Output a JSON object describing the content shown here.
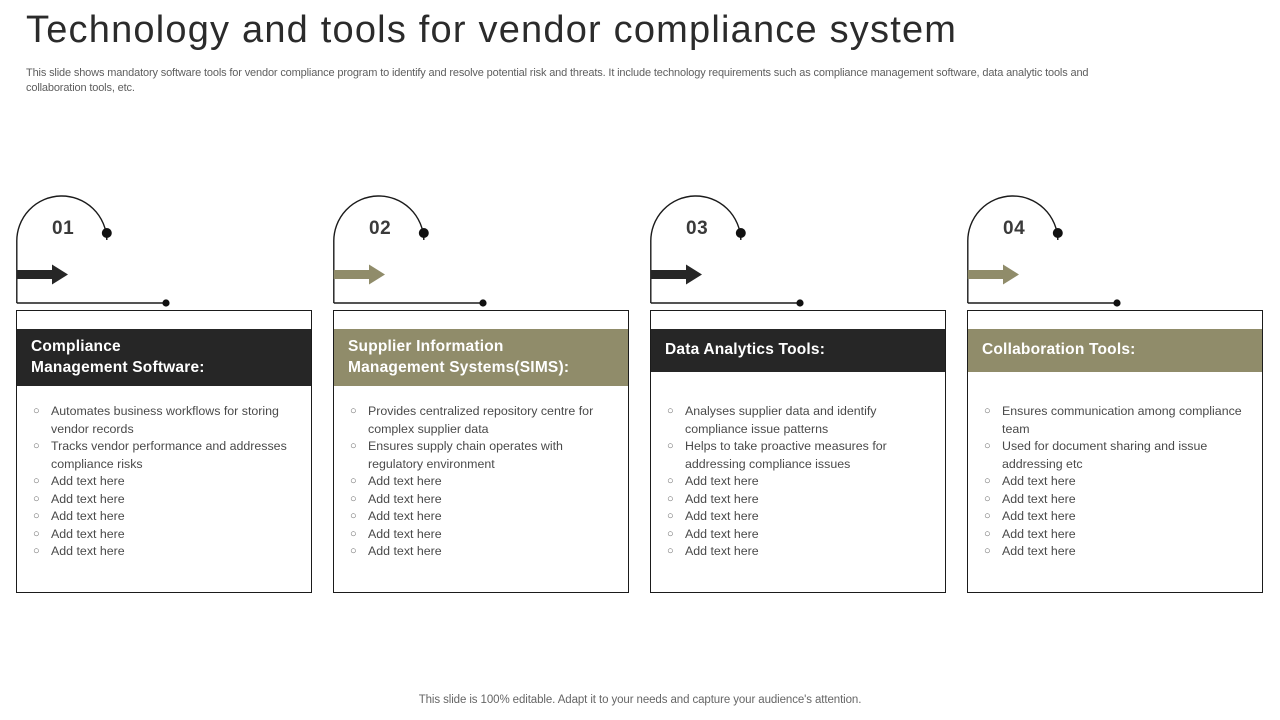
{
  "slide": {
    "title": "Technology and tools for vendor compliance system",
    "subtitle": "This slide shows mandatory software tools for vendor compliance program to  identify and resolve potential risk and threats. It include technology requirements such as compliance management software, data analytic tools and collaboration tools, etc.",
    "footer": "This slide is 100% editable. Adapt it to your needs and capture your audience's attention."
  },
  "colors": {
    "dark": "#262626",
    "olive": "#908c6a",
    "line": "#1b1b1b",
    "text": "#4a4a4a",
    "title": "#2b2b2b"
  },
  "bullet_glyph": "○",
  "columns": [
    {
      "number": "01",
      "accent": "#262626",
      "heading_lines": [
        "Compliance",
        "Management Software:"
      ],
      "bullets": [
        "Automates business workflows for storing vendor records",
        "Tracks vendor performance and addresses compliance risks",
        "Add text here",
        "Add text here",
        "Add text here",
        "Add text here",
        "Add text here"
      ]
    },
    {
      "number": "02",
      "accent": "#908c6a",
      "heading_lines": [
        "Supplier  Information",
        "Management Systems(SIMS):"
      ],
      "bullets": [
        "Provides centralized repository centre for complex supplier data",
        "Ensures supply chain operates with regulatory environment",
        "Add text here",
        "Add text here",
        "Add text here",
        "Add text here",
        "Add text here"
      ]
    },
    {
      "number": "03",
      "accent": "#262626",
      "heading_lines": [
        "Data Analytics  Tools:"
      ],
      "bullets": [
        "Analyses supplier data and identify compliance issue patterns",
        "Helps to take proactive measures for addressing compliance issues",
        "Add text here",
        "Add text here",
        "Add text here",
        "Add text here",
        "Add text here"
      ]
    },
    {
      "number": "04",
      "accent": "#908c6a",
      "heading_lines": [
        "Collaboration  Tools:"
      ],
      "bullets": [
        "Ensures communication among compliance team",
        "Used for document sharing and issue addressing etc",
        "Add text here",
        "Add text here",
        "Add text here",
        "Add text here",
        "Add text here"
      ]
    }
  ]
}
